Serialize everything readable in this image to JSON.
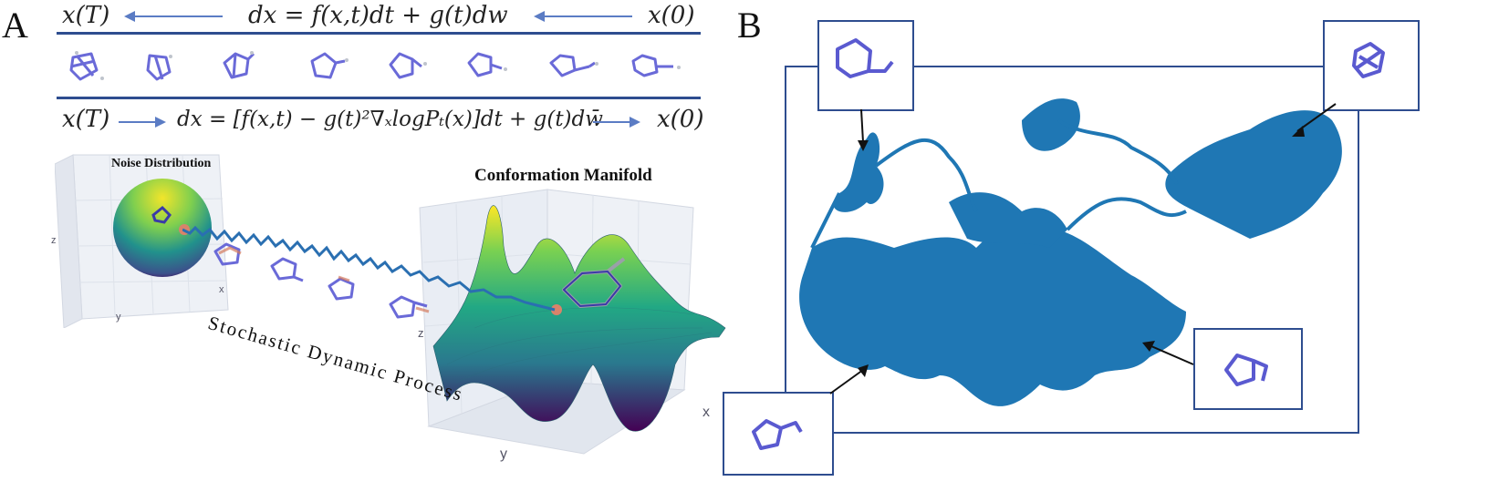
{
  "panel_a": {
    "label": "A",
    "forward": {
      "start": "x(T)",
      "equation": "dx = f(x,t)dt + g(t)dw",
      "end": "x(0)"
    },
    "reverse": {
      "start": "x(T)",
      "equation": "dx = [f(x,t) − g(t)²∇ₓlogPₜ(x)]dt + g(t)dw̄",
      "end": "x(0)"
    },
    "noise_title": "Noise Distribution",
    "manifold_title": "Conformation Manifold",
    "process_label": "Stochastic Dynamic Process",
    "axis_labels": {
      "left_z": "z",
      "left_y": "y",
      "left_x": "x",
      "right_z": "z",
      "right_y": "y",
      "right_x": "x"
    }
  },
  "panel_b": {
    "label": "B"
  },
  "colors": {
    "frame_blue": "#2e4d8f",
    "walk_blue": "#1f77b4",
    "molecule": "#6a6ad8",
    "arrow": "#5b7cc4"
  }
}
